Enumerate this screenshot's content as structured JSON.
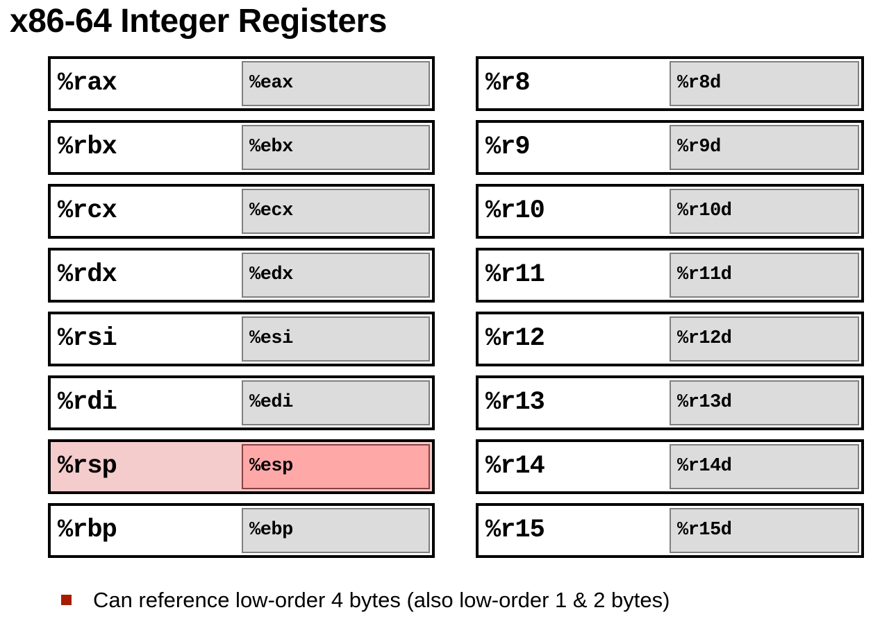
{
  "slide": {
    "title": "x86-64 Integer Registers"
  },
  "registers": {
    "left_column": [
      {
        "name64": "%rax",
        "name32": "%eax",
        "highlighted": false
      },
      {
        "name64": "%rbx",
        "name32": "%ebx",
        "highlighted": false
      },
      {
        "name64": "%rcx",
        "name32": "%ecx",
        "highlighted": false
      },
      {
        "name64": "%rdx",
        "name32": "%edx",
        "highlighted": false
      },
      {
        "name64": "%rsi",
        "name32": "%esi",
        "highlighted": false
      },
      {
        "name64": "%rdi",
        "name32": "%edi",
        "highlighted": false
      },
      {
        "name64": "%rsp",
        "name32": "%esp",
        "highlighted": true
      },
      {
        "name64": "%rbp",
        "name32": "%ebp",
        "highlighted": false
      }
    ],
    "right_column": [
      {
        "name64": "%r8",
        "name32": "%r8d",
        "highlighted": false
      },
      {
        "name64": "%r9",
        "name32": "%r9d",
        "highlighted": false
      },
      {
        "name64": "%r10",
        "name32": "%r10d",
        "highlighted": false
      },
      {
        "name64": "%r11",
        "name32": "%r11d",
        "highlighted": false
      },
      {
        "name64": "%r12",
        "name32": "%r12d",
        "highlighted": false
      },
      {
        "name64": "%r13",
        "name32": "%r13d",
        "highlighted": false
      },
      {
        "name64": "%r14",
        "name32": "%r14d",
        "highlighted": false
      },
      {
        "name64": "%r15",
        "name32": "%r15d",
        "highlighted": false
      }
    ]
  },
  "footer": {
    "bullet_glyph": "square-bullet",
    "text": "Can reference low-order 4 bytes (also low-order 1 & 2 bytes)"
  },
  "colors": {
    "register_fill": "#ffffff",
    "subregister_fill": "#dcdcdc",
    "subregister_border": "#7f7f7f",
    "register_border": "#000000",
    "highlight_outer": "#f5cccc",
    "highlight_inner": "#ffa8a8",
    "bullet": "#a61c00",
    "text": "#000000"
  }
}
